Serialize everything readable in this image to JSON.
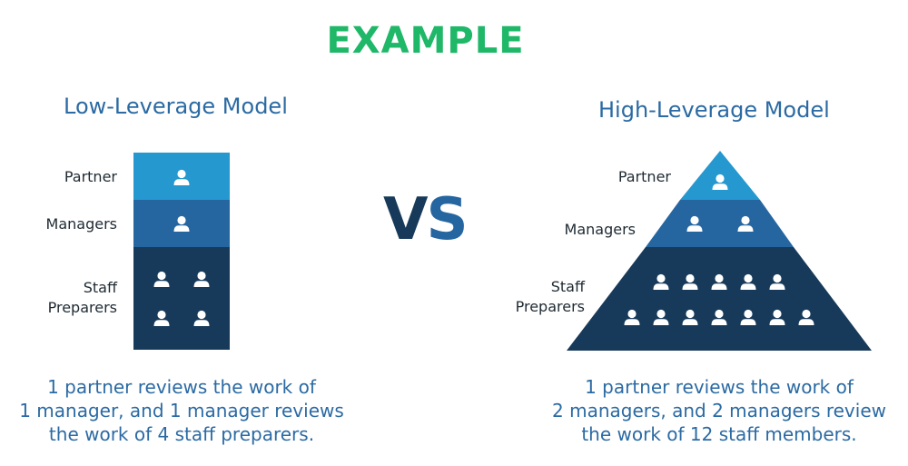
{
  "title": "EXAMPLE",
  "vs": {
    "v": "V",
    "s": "S"
  },
  "colors": {
    "green": "#1fb768",
    "blue_text": "#2b6aa3",
    "tier_top": "#2598cf",
    "tier_mid": "#2566a1",
    "tier_bottom": "#173a5a",
    "vs_dark": "#173a5a",
    "vs_light": "#2566a1"
  },
  "low_model": {
    "title": "Low-Leverage Model",
    "labels": {
      "partner": "Partner",
      "managers": "Managers",
      "staff_1": "Staff",
      "staff_2": "Preparers"
    },
    "counts": {
      "partner": 1,
      "managers": 1,
      "staff": 4
    },
    "caption": [
      "1 partner reviews the work of",
      "1 manager, and 1 manager reviews",
      "the work of 4 staff preparers."
    ]
  },
  "high_model": {
    "title": "High-Leverage Model",
    "labels": {
      "partner": "Partner",
      "managers": "Managers",
      "staff_1": "Staff",
      "staff_2": "Preparers"
    },
    "counts": {
      "partner": 1,
      "managers": 2,
      "staff": 12
    },
    "caption": [
      "1 partner reviews the work of",
      "2 managers, and 2 managers review",
      "the work of 12 staff members."
    ]
  },
  "icons": {
    "person": "person-icon"
  }
}
